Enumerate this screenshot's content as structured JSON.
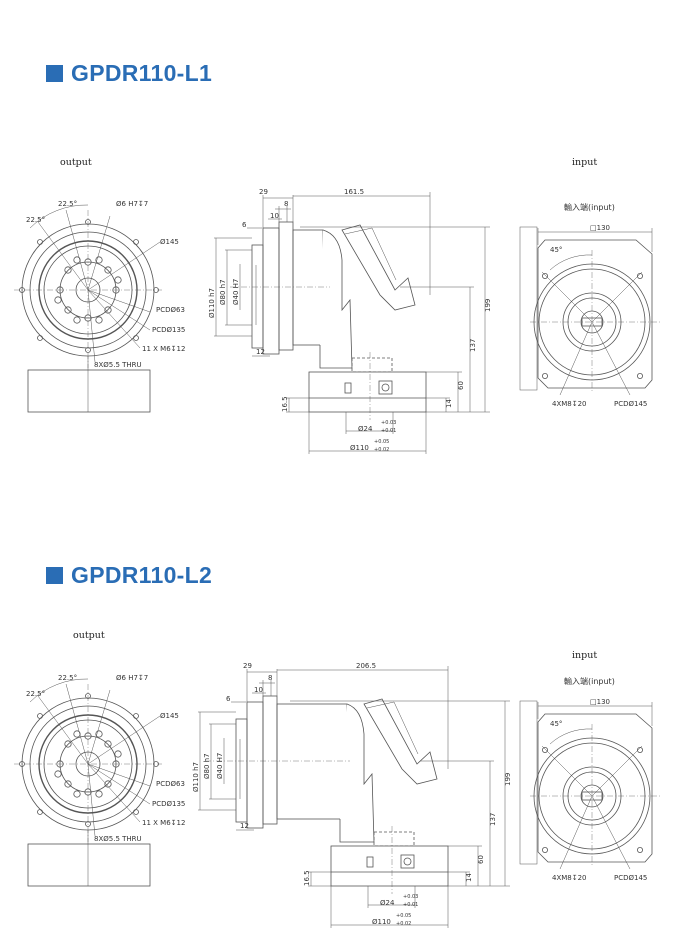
{
  "sections": [
    {
      "title": "GPDR110-L1",
      "output_label": "output",
      "input_label": "input",
      "input_caption": "輸入端(input)",
      "front": {
        "angle_a": "22.5°",
        "angle_b": "22.5°",
        "hole": "Ø6 H7↧7",
        "dia_outer": "Ø145",
        "pcd_inner": "PCDØ63",
        "pcd_outer": "PCDØ135",
        "tap": "11 X M6↧12",
        "thru": "8XØ5.5 THRU"
      },
      "side": {
        "d29": "29",
        "d8": "8",
        "length": "161.5",
        "d10": "10",
        "d6": "6",
        "dia110": "Ø110 h7",
        "dia80": "Ø80 h7",
        "dia40": "Ø40 H7",
        "d12": "12",
        "h199": "199",
        "h137": "137",
        "h60": "60",
        "h14": "14",
        "h16_5": "16.5",
        "bore": "Ø24",
        "bore_tol_up": "+0.03",
        "bore_tol_dn": "+0.01",
        "base": "Ø110",
        "base_tol_up": "+0.05",
        "base_tol_dn": "+0.02"
      },
      "input_view": {
        "square": "□130",
        "angle": "45°",
        "screw": "4XM8↧20",
        "pcd": "PCDØ145"
      }
    },
    {
      "title": "GPDR110-L2",
      "output_label": "output",
      "input_label": "input",
      "input_caption": "輸入端(input)",
      "front": {
        "angle_a": "22.5°",
        "angle_b": "22.5°",
        "hole": "Ø6 H7↧7",
        "dia_outer": "Ø145",
        "pcd_inner": "PCDØ63",
        "pcd_outer": "PCDØ135",
        "tap": "11 X M6↧12",
        "thru": "8XØ5.5 THRU"
      },
      "side": {
        "d29": "29",
        "d8": "8",
        "length": "206.5",
        "d10": "10",
        "d6": "6",
        "dia110": "Ø110 h7",
        "dia80": "Ø80 h7",
        "dia40": "Ø40 H7",
        "d12": "12",
        "h199": "199",
        "h137": "137",
        "h60": "60",
        "h14": "14",
        "h16_5": "16.5",
        "bore": "Ø24",
        "bore_tol_up": "+0.03",
        "bore_tol_dn": "+0.01",
        "base": "Ø110",
        "base_tol_up": "+0.05",
        "base_tol_dn": "+0.02"
      },
      "input_view": {
        "square": "□130",
        "angle": "45°",
        "screw": "4XM8↧20",
        "pcd": "PCDØ145"
      }
    }
  ]
}
